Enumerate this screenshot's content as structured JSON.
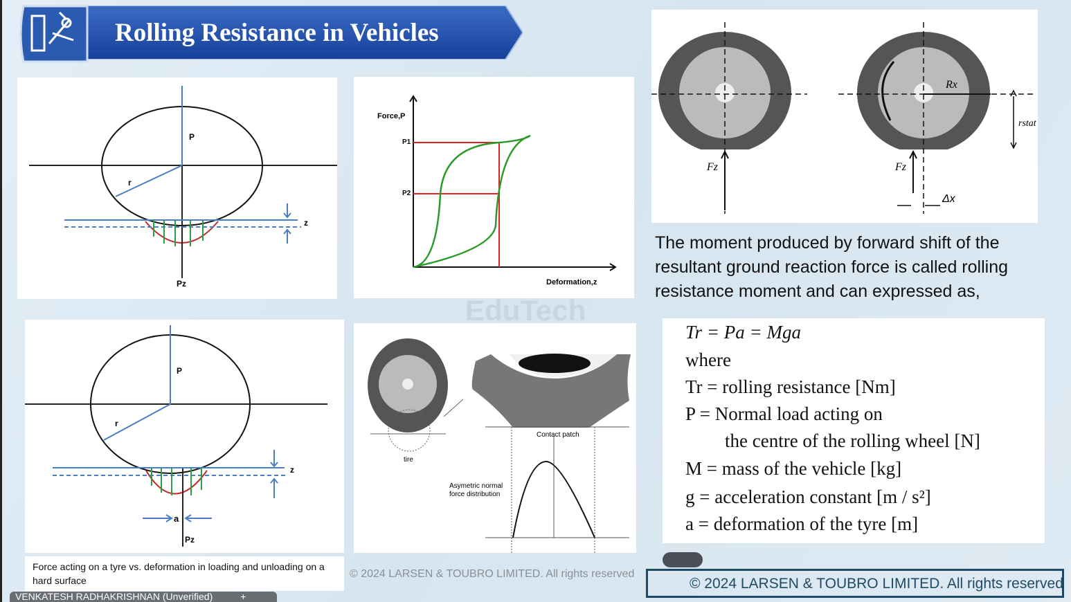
{
  "title": "Rolling Resistance in Vehicles",
  "diagram1": {
    "p": "P",
    "r": "r",
    "z": "z",
    "pz": "Pz"
  },
  "graph": {
    "ylabel": "Force,P",
    "xlabel": "Deformation,z",
    "p1": "P1",
    "p2": "P2"
  },
  "wheel": {
    "fz1": "Fz",
    "fz2": "Fz",
    "rx": "Rx",
    "rstat": "rstat",
    "dx": "Δx"
  },
  "description": "The moment produced by forward shift of the resultant ground reaction force is called rolling resistance moment and can expressed as,",
  "diagram2": {
    "p": "P",
    "r": "r",
    "z": "z",
    "a": "a",
    "pz": "Pz"
  },
  "tyre": {
    "tire": "tire",
    "contact": "Contact patch",
    "dist": "Asymetric normal force distribution"
  },
  "formulas": {
    "eq": "Tr = Pa = Mga",
    "where": "where",
    "l1": "Tr = rolling resistance [Nm]",
    "l2": "P = Normal load acting on",
    "l3": "the centre of the rolling wheel [N]",
    "l4": "M = mass of the vehicle [kg]",
    "l5": "g = acceleration constant [m / s²]",
    "l6": "a = deformation of the tyre [m]"
  },
  "caption": "Force acting on a tyre vs. deformation in loading and unloading on a hard surface",
  "watermark": "EduTech",
  "copyright": "© 2024 LARSEN & TOUBRO LIMITED. All rights reserved",
  "copyright_box": "© 2024 LARSEN & TOUBRO LIMITED. All rights reserved",
  "presenter": "VENKATESH RADHAKRISHNAN (Unverified)",
  "colors": {
    "banner": "#1f4fa8",
    "accent": "#4a7ec2"
  }
}
